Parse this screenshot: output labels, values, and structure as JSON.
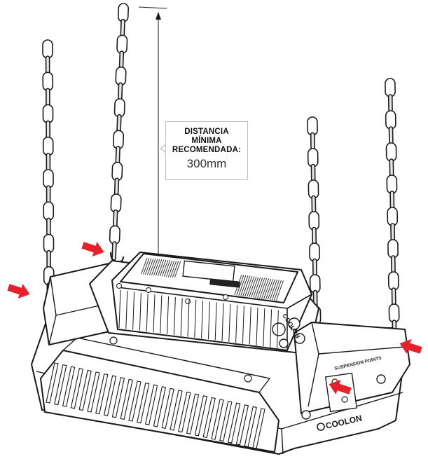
{
  "callout": {
    "line1": "DISTANCIA",
    "line2": "MÍNIMA",
    "line3": "RECOMENDADA:",
    "value": "300mm"
  },
  "brand": {
    "logo_text": "COOLON",
    "side_label": "SUSPENSION POINTS"
  },
  "colors": {
    "arrow": "#e8202a",
    "line": "#1a1a1a",
    "callout_border": "#bfbfbf"
  },
  "icons": [
    "suspension-arrow-icon",
    "hanging-chain-icon",
    "dimension-arrow-icon"
  ]
}
